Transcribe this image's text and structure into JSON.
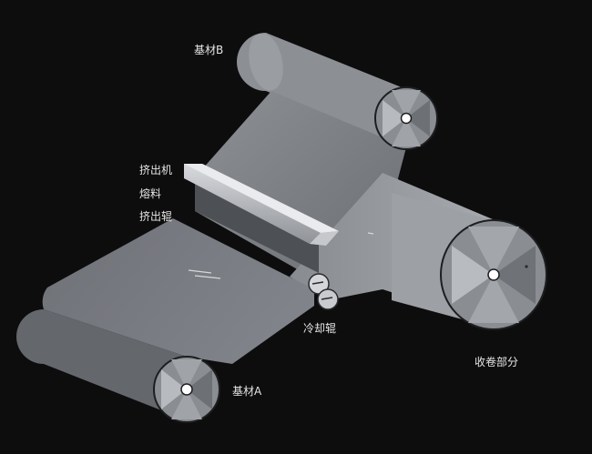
{
  "labels": {
    "substrate_b": "基材B",
    "extruder": "挤出机",
    "melt": "熔料",
    "extrusion_roll": "挤出辊",
    "chill_roll": "冷却辊",
    "winding_section": "收卷部分",
    "substrate_a": "基材A"
  },
  "colors": {
    "background": "#0d0d0e",
    "film_light": "#9ea1a6",
    "film_mid": "#7f8287",
    "film_dark": "#5c5f63",
    "roll_face": "#8a8d92",
    "hub": "#ffffff",
    "label_text": "#e6e6e6"
  }
}
